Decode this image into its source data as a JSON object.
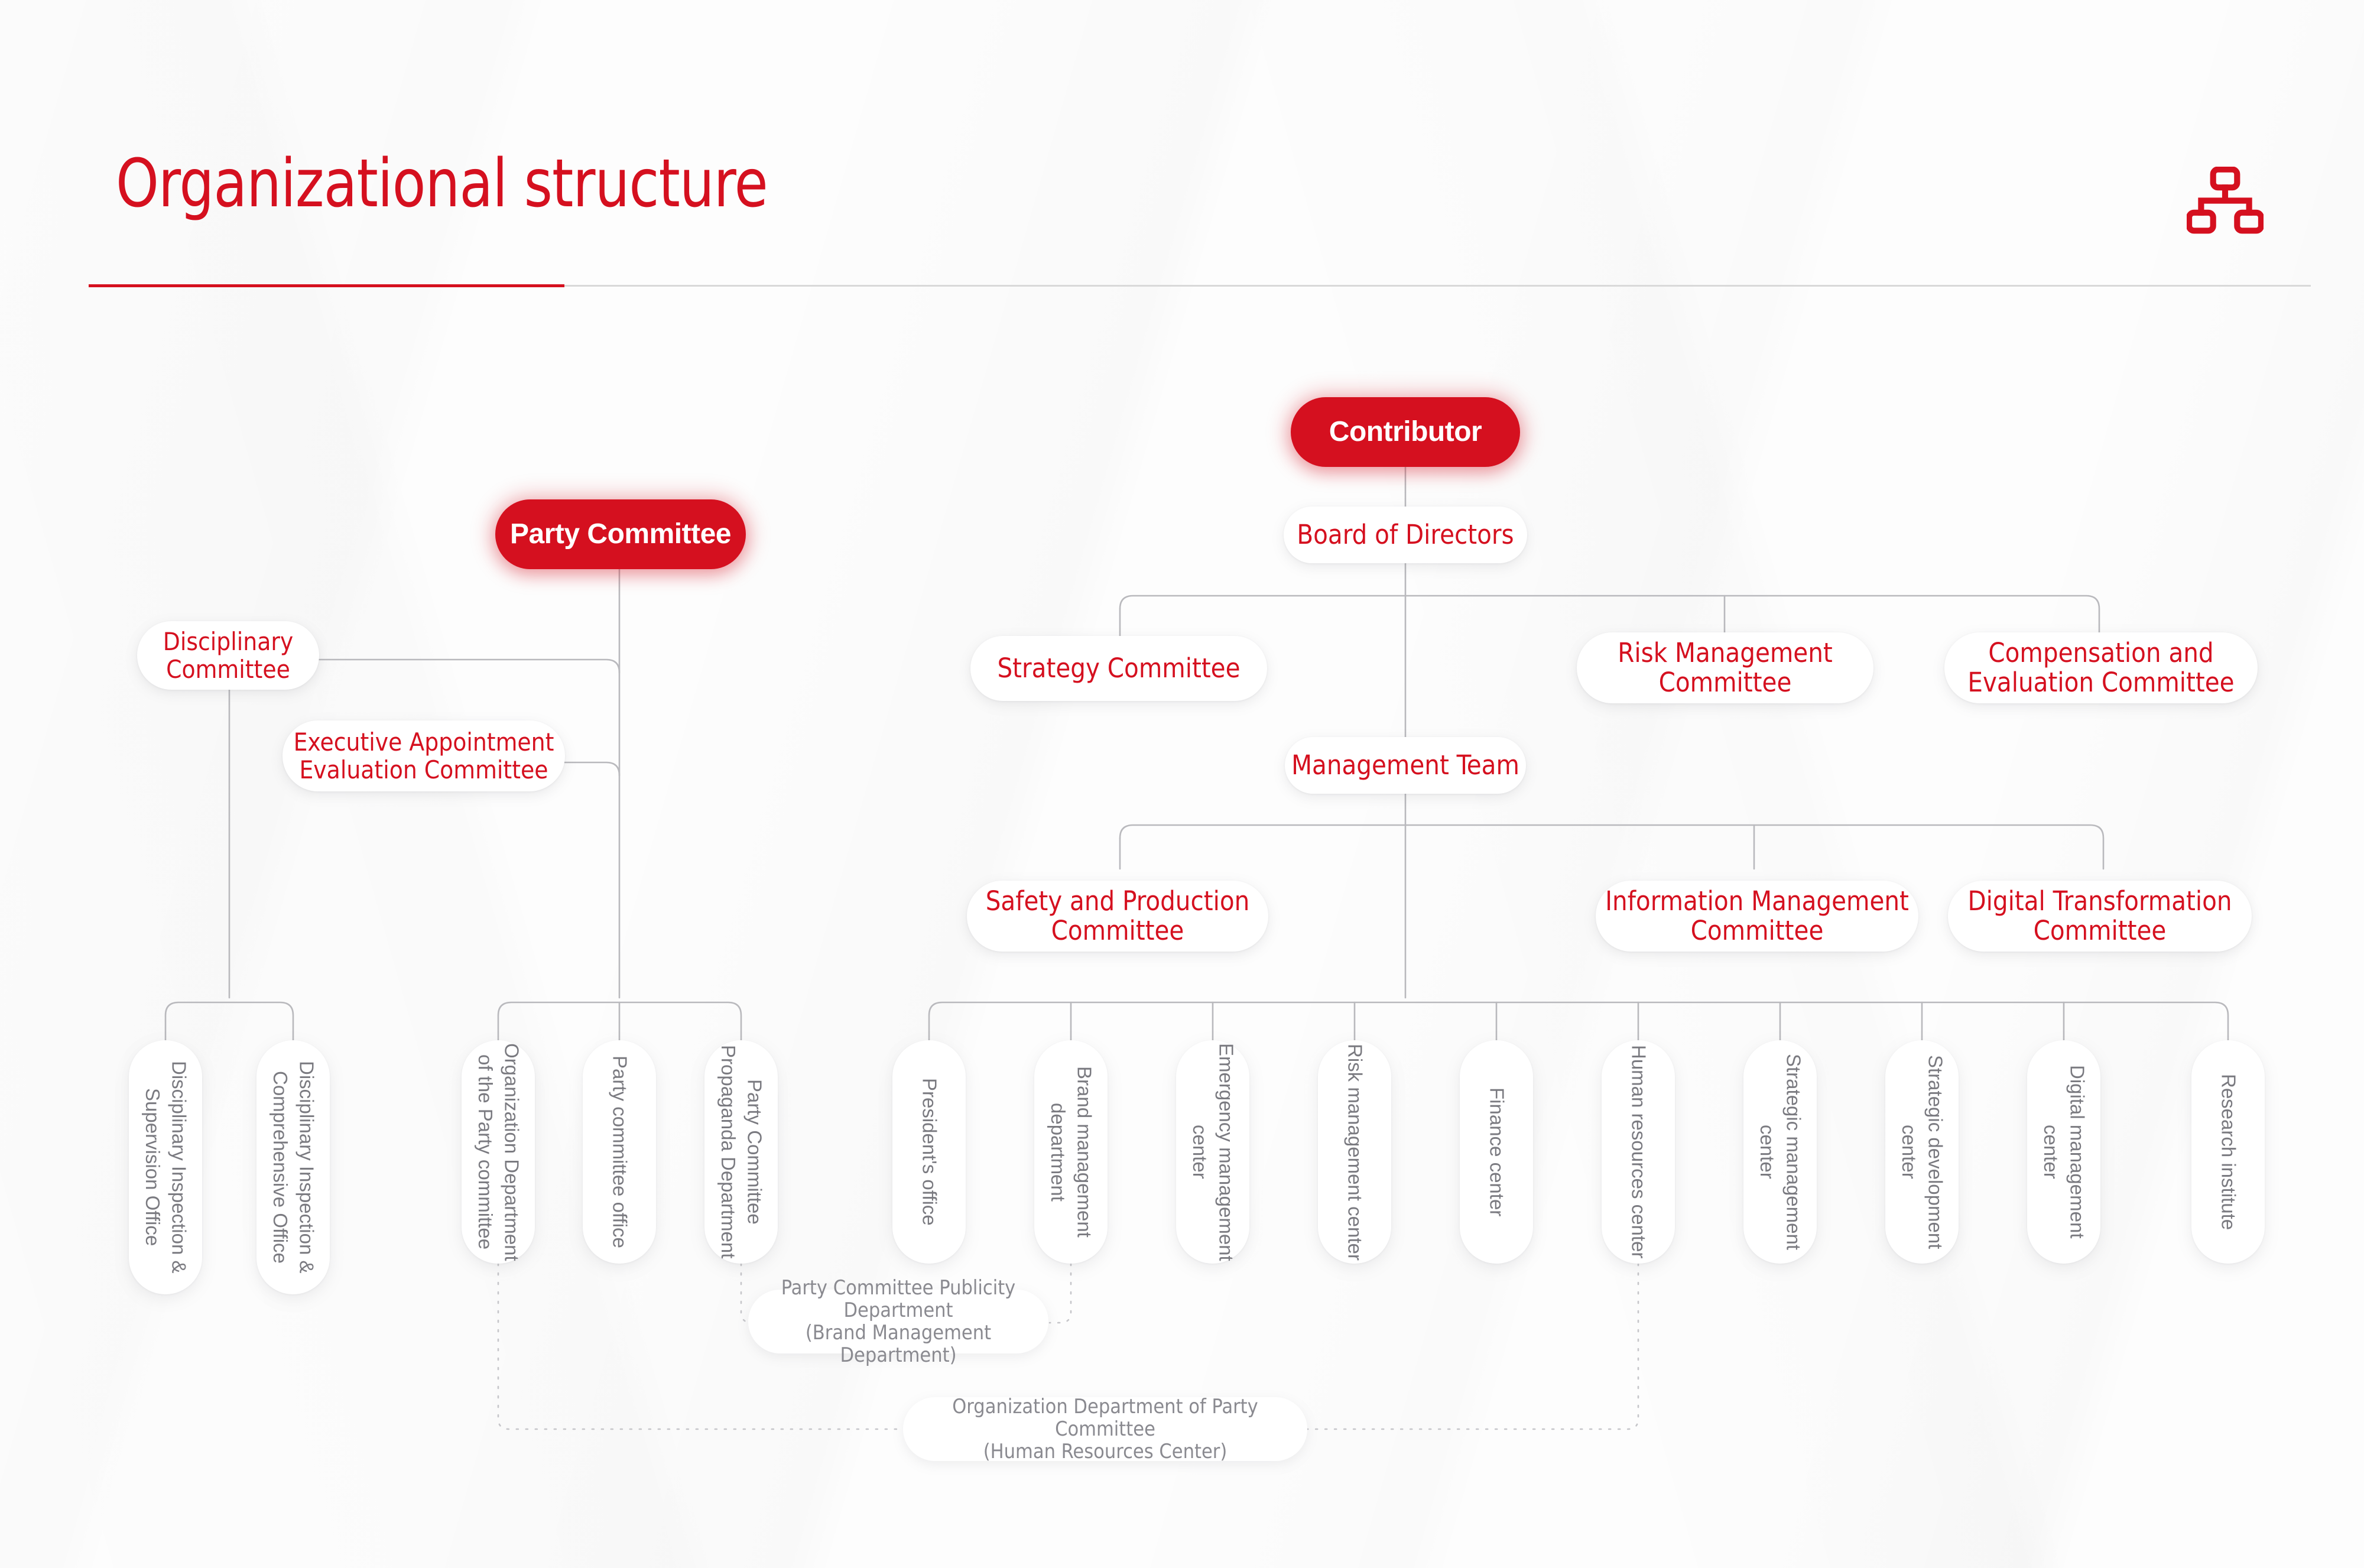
{
  "header": {
    "title": "Organizational structure",
    "icon": "hierarchy-icon",
    "accent_color": "#D5101F",
    "rule_color": "#d9d9d9"
  },
  "chart_data": {
    "type": "diagram",
    "subtype": "organizational-chart",
    "title": "Organizational structure",
    "orientation": "top-down",
    "accent_color": "#D5101F",
    "node_styles": {
      "primary": {
        "fill": "#D5101F",
        "text": "#FFFFFF",
        "glow": true
      },
      "secondary": {
        "fill": "#FFFFFF",
        "text": "#D5101F"
      },
      "leaf": {
        "fill": "#FFFFFF",
        "text": "#7a7a80",
        "text_orientation": "vertical"
      },
      "note": {
        "fill": "#FFFFFF",
        "text": "#8a8a90",
        "border": "dotted"
      }
    },
    "roots": [
      "Party Committee",
      "Contributor"
    ],
    "nodes": [
      {
        "id": "contributor",
        "label": "Contributor",
        "style": "primary",
        "level": 0
      },
      {
        "id": "party-committee",
        "label": "Party Committee",
        "style": "primary",
        "level": 0
      },
      {
        "id": "board",
        "label": "Board of Directors",
        "style": "secondary",
        "level": 1,
        "parent": "contributor"
      },
      {
        "id": "disciplinary-committee",
        "label": "Disciplinary\nCommittee",
        "style": "secondary",
        "level": 1,
        "parent": "party-committee"
      },
      {
        "id": "exec-appointment",
        "label": "Executive Appointment\nEvaluation Committee",
        "style": "secondary",
        "level": 1,
        "parent": "party-committee"
      },
      {
        "id": "strategy-committee",
        "label": "Strategy Committee",
        "style": "secondary",
        "level": 2,
        "parent": "board"
      },
      {
        "id": "risk-committee",
        "label": "Risk Management\nCommittee",
        "style": "secondary",
        "level": 2,
        "parent": "board"
      },
      {
        "id": "compensation-committee",
        "label": "Compensation and\nEvaluation Committee",
        "style": "secondary",
        "level": 2,
        "parent": "board"
      },
      {
        "id": "management-team",
        "label": "Management Team",
        "style": "secondary",
        "level": 3,
        "parent": "board"
      },
      {
        "id": "safety-committee",
        "label": "Safety and Production\nCommittee",
        "style": "secondary",
        "level": 4,
        "parent": "management-team"
      },
      {
        "id": "info-mgmt-committee",
        "label": "Information Management\nCommittee",
        "style": "secondary",
        "level": 4,
        "parent": "management-team"
      },
      {
        "id": "digital-transformation-committee",
        "label": "Digital Transformation\nCommittee",
        "style": "secondary",
        "level": 4,
        "parent": "management-team"
      }
    ],
    "departments": [
      {
        "id": "disciplinary-inspection-supervision-office",
        "label": "Disciplinary Inspection &\nSupervision Office",
        "group": "disciplinary"
      },
      {
        "id": "disciplinary-inspection-comprehensive-office",
        "label": "Disciplinary Inspection &\nComprehensive Office",
        "group": "disciplinary"
      },
      {
        "id": "organization-department-party-committee",
        "label": "Organization Department\nof the Party committee",
        "group": "party"
      },
      {
        "id": "party-committee-office",
        "label": "Party committee office",
        "group": "party"
      },
      {
        "id": "party-committee-propaganda-department",
        "label": "Party Committee\nPropaganda Department",
        "group": "party"
      },
      {
        "id": "presidents-office",
        "label": "President's office",
        "group": "management"
      },
      {
        "id": "brand-management-department",
        "label": "Brand management\ndepartment",
        "group": "management"
      },
      {
        "id": "emergency-management-center",
        "label": "Emergency management\ncenter",
        "group": "management"
      },
      {
        "id": "risk-management-center",
        "label": "Risk management center",
        "group": "management"
      },
      {
        "id": "finance-center",
        "label": "Finance center",
        "group": "management"
      },
      {
        "id": "human-resources-center",
        "label": "Human resources center",
        "group": "management"
      },
      {
        "id": "strategic-management-center",
        "label": "Strategic management\ncenter",
        "group": "management"
      },
      {
        "id": "strategic-development-center",
        "label": "Strategic development\ncenter",
        "group": "management"
      },
      {
        "id": "digital-management-center",
        "label": "Digital management\ncenter",
        "group": "management"
      },
      {
        "id": "research-institute",
        "label": "Research institute",
        "group": "management"
      }
    ],
    "notes": [
      {
        "id": "note-publicity",
        "label": "Party Committee Publicity Department\n(Brand Management Department)",
        "links": [
          "party-committee-propaganda-department",
          "brand-management-department"
        ]
      },
      {
        "id": "note-organization",
        "label": "Organization Department of Party Committee\n(Human Resources Center)",
        "links": [
          "organization-department-party-committee",
          "human-resources-center"
        ]
      }
    ]
  }
}
